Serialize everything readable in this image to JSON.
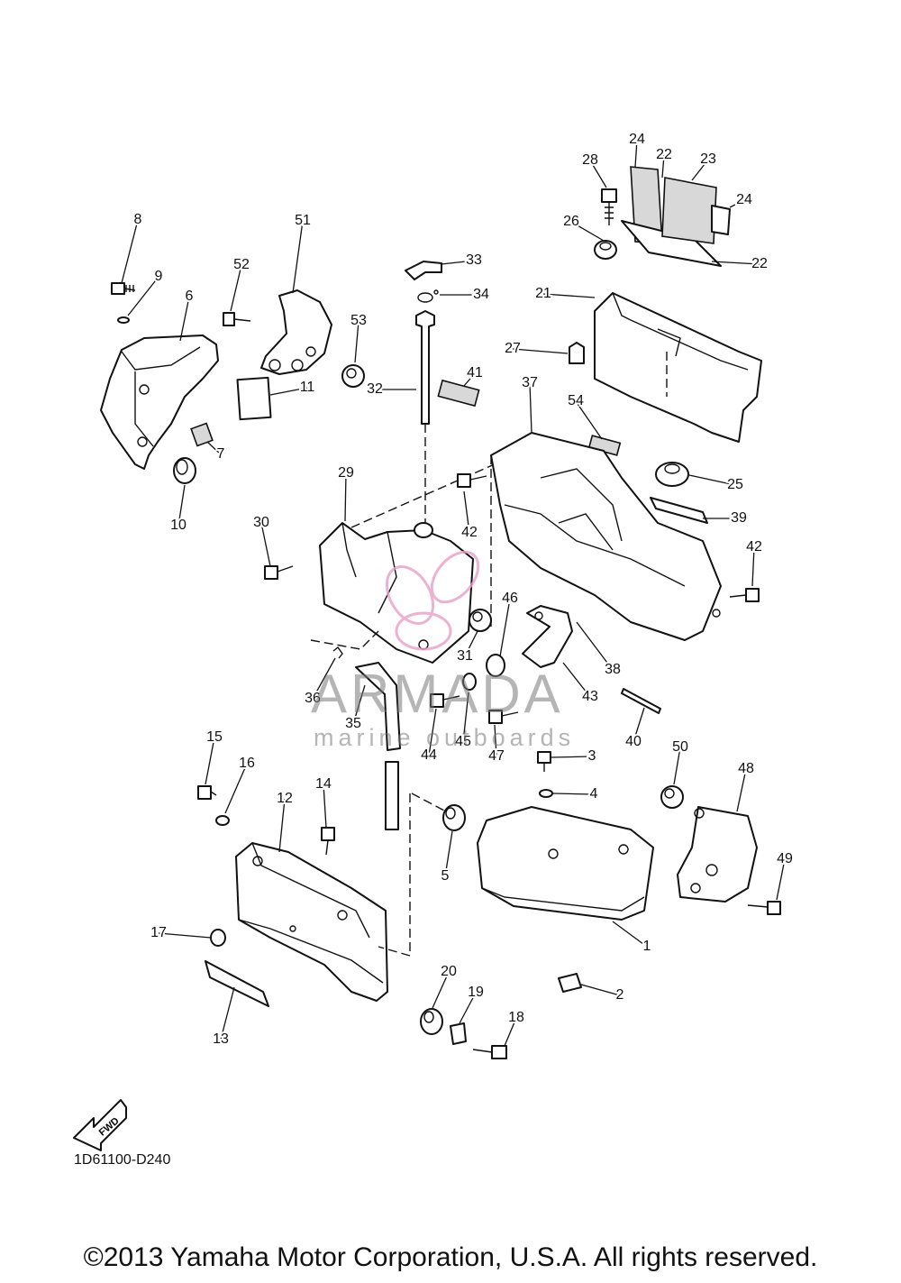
{
  "diagram": {
    "callouts": [
      "1",
      "2",
      "3",
      "4",
      "5",
      "6",
      "7",
      "8",
      "9",
      "10",
      "11",
      "12",
      "13",
      "14",
      "15",
      "16",
      "17",
      "18",
      "19",
      "20",
      "21",
      "22",
      "22",
      "23",
      "24",
      "24",
      "25",
      "26",
      "27",
      "28",
      "29",
      "30",
      "31",
      "32",
      "33",
      "34",
      "35",
      "36",
      "37",
      "38",
      "39",
      "40",
      "41",
      "42",
      "42",
      "43",
      "44",
      "45",
      "46",
      "47",
      "48",
      "49",
      "50",
      "51",
      "52",
      "53",
      "54"
    ],
    "direction_arrow_label": "FWD",
    "drawing_code": "1D61100-D240"
  },
  "watermark": {
    "title": "ARMADA",
    "subtitle": "marine outboards",
    "logo_color": "#e8a0c8"
  },
  "footer": {
    "copyright": "©2013 Yamaha Motor Corporation, U.S.A. All rights reserved."
  }
}
